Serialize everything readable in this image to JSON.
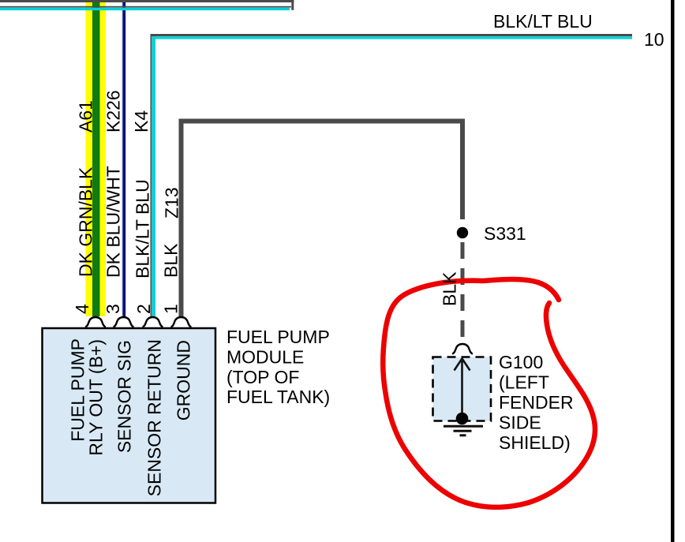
{
  "colors": {
    "highlight_yellow": "#FFFF00",
    "dk_green": "#0E7C12",
    "dk_blue": "#000F82",
    "lt_blue": "#00D2D8",
    "wire_gray": "#4A4A4A",
    "wire_outline_gray": "#D9D9D9",
    "module_fill": "#D8E9F5",
    "annotation_red": "#EC0000"
  },
  "top_wire": {
    "label": "BLK/LT BLU",
    "terminal": "10"
  },
  "wires": [
    {
      "circuit": "A61",
      "color_label": "DK GRN/BLK",
      "pin": "4"
    },
    {
      "circuit": "K226",
      "color_label": "DK BLU/WHT",
      "pin": "3"
    },
    {
      "circuit": "K4",
      "color_label": "BLK/LT BLU",
      "pin": "2"
    },
    {
      "circuit": "Z13",
      "color_label": "BLK",
      "pin": "1"
    }
  ],
  "module": {
    "pin_labels": [
      "FUEL PUMP",
      "RLY OUT (B+)",
      "SENSOR SIG",
      "SENSOR RETURN",
      "GROUND"
    ],
    "caption": [
      "FUEL PUMP",
      "MODULE",
      "(TOP OF",
      "FUEL TANK)"
    ]
  },
  "splice": {
    "label": "S331"
  },
  "ground_path": {
    "wire_color": "BLK"
  },
  "ground": {
    "label": [
      "G100",
      "(LEFT",
      "FENDER",
      "SIDE",
      "SHIELD)"
    ]
  }
}
